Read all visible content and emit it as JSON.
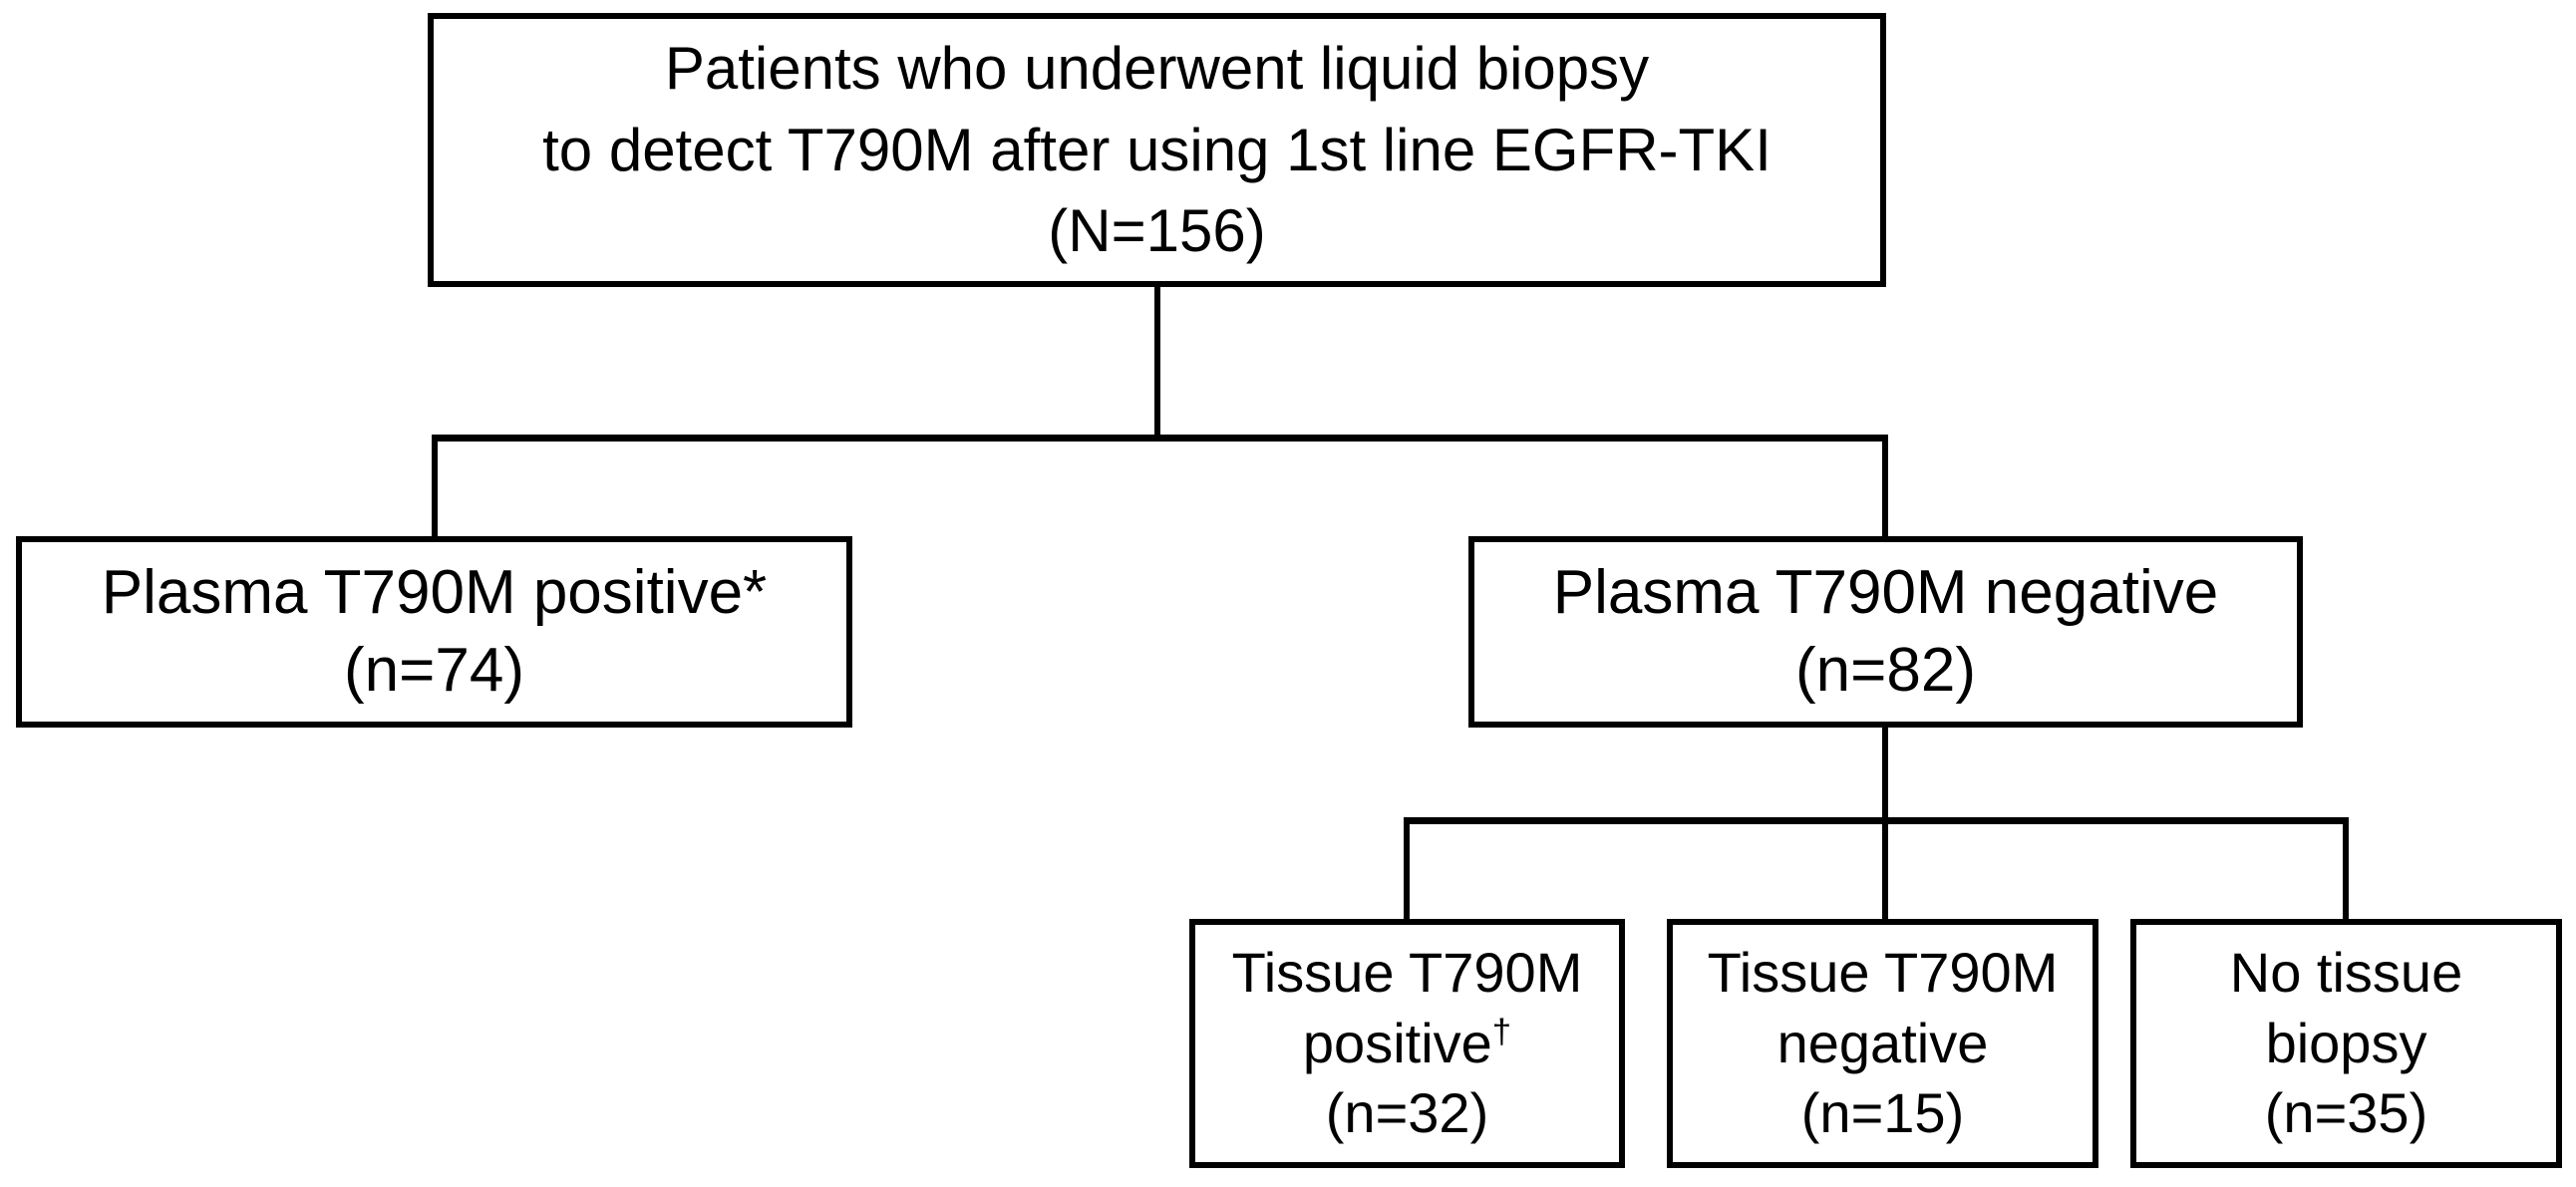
{
  "diagram": {
    "background": "#ffffff",
    "line_color": "#000000",
    "text_color": "#000000",
    "root": {
      "line1": "Patients who underwent liquid biopsy",
      "line2": "to detect T790M after using 1st line EGFR-TKI",
      "count": "(N=156)"
    },
    "plasma_positive": {
      "label": "Plasma T790M positive",
      "footnote_marker": "*",
      "count": "(n=74)"
    },
    "plasma_negative": {
      "label": "Plasma T790M negative",
      "count": "(n=82)"
    },
    "tissue_positive": {
      "line1": "Tissue T790M",
      "line2": "positive",
      "footnote_marker": "†",
      "count": "(n=32)"
    },
    "tissue_negative": {
      "line1": "Tissue T790M",
      "line2": "negative",
      "count": "(n=15)"
    },
    "no_tissue_biopsy": {
      "line1": "No tissue",
      "line2": "biopsy",
      "count": "(n=35)"
    }
  }
}
